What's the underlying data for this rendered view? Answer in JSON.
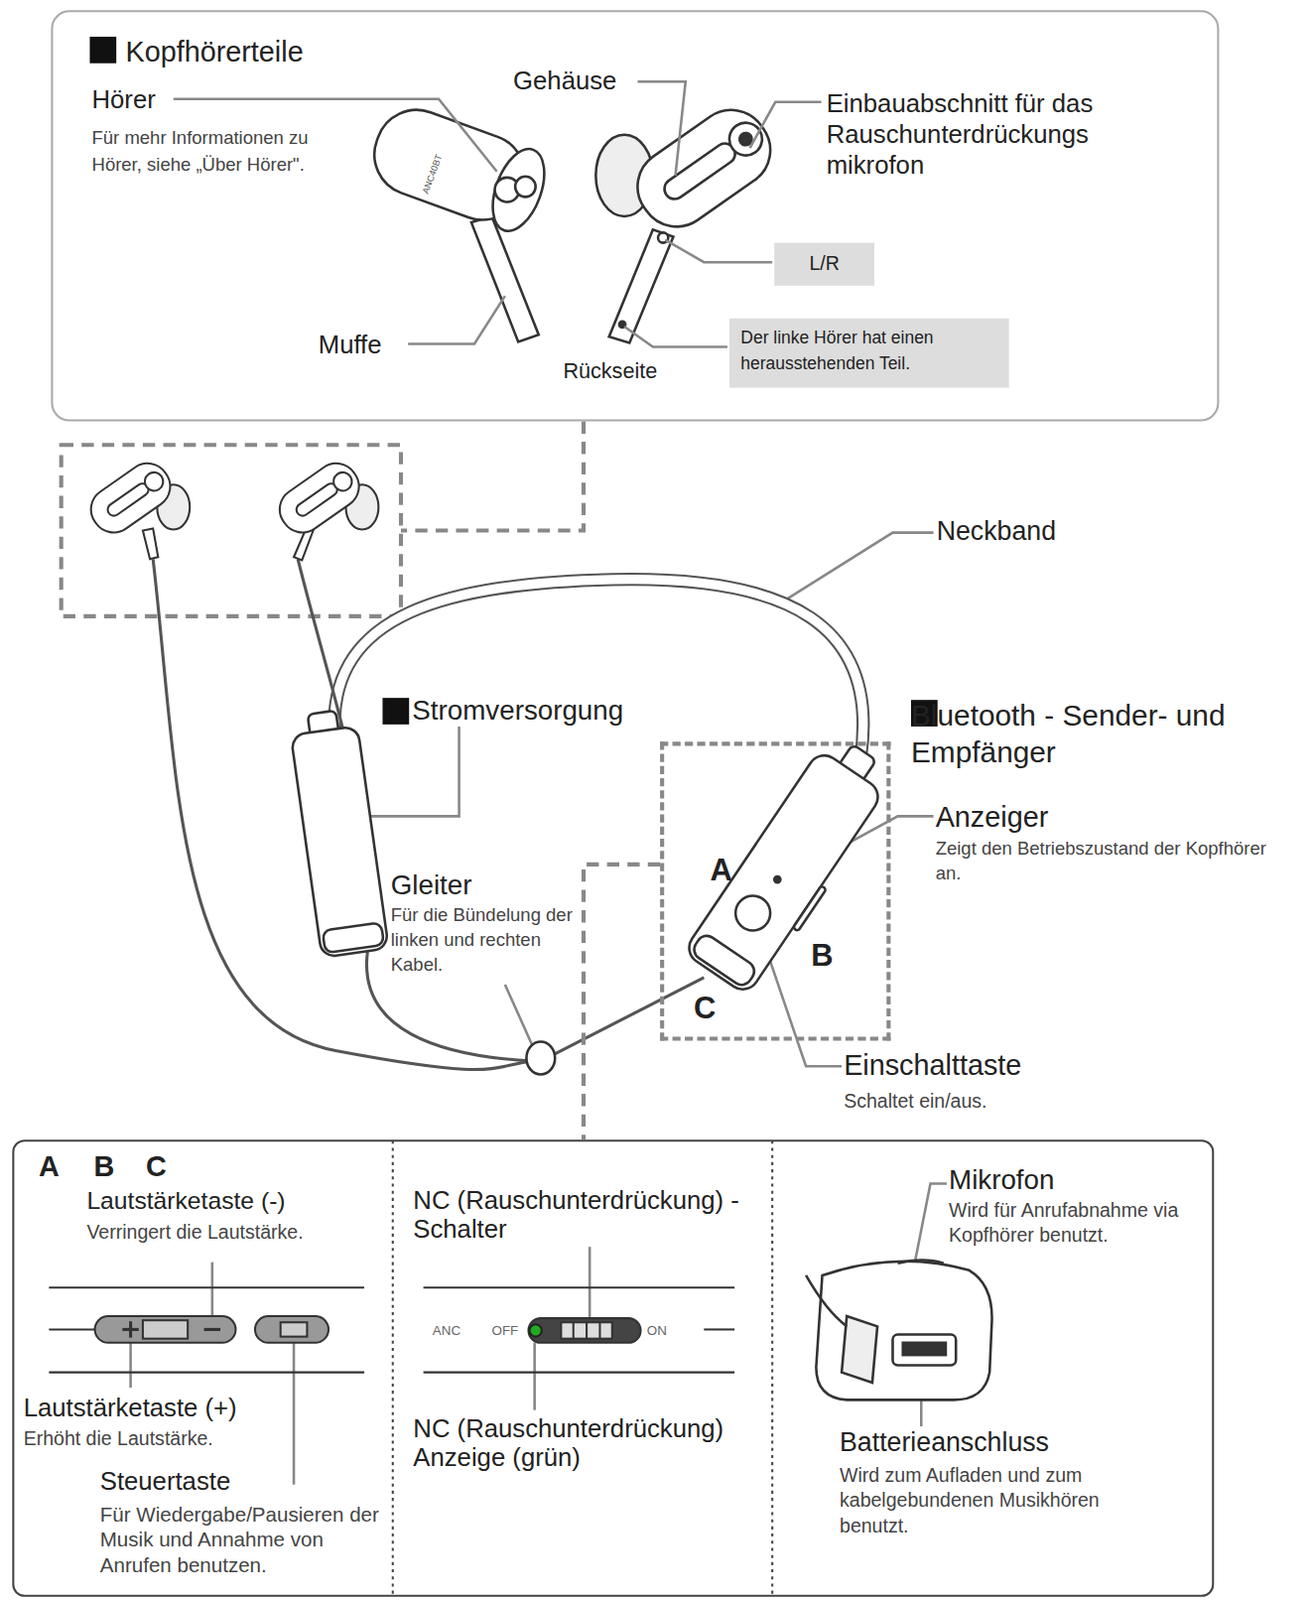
{
  "diagram": {
    "nodes": [
      {
        "text": [
          "Kopfhörerteile"
        ]
      },
      {
        "text": [
          "L/R"
        ],
        "in": 0
      },
      {
        "text": [
          "Der linke Hörer hat einen herausstehenden Teil."
        ],
        "in": 0
      },
      {
        "text": [
          "Bluetooth - Sender- und Empfänger",
          "A",
          "B",
          "C"
        ]
      },
      {
        "text": [
          "A",
          "B",
          "C"
        ]
      }
    ],
    "edges": [
      {
        "from": 3,
        "to": 4,
        "arrow": "none"
      }
    ],
    "labels": [
      "Hörer",
      "Für mehr Informationen zu Hörer, siehe „Über Hörer\".",
      "Gehäuse",
      "Einbauabschnitt für das Rauschunterdrückungs mikrofon",
      "Muffe",
      "Rückseite",
      "Neckband",
      "Stromversorgung",
      "Gleiter",
      "Für die Bündelung der linken und rechten Kabel.",
      "Anzeiger",
      "Zeigt den Betriebszustand der Kopfhörer an.",
      "Einschalttaste",
      "Schaltet ein/aus.",
      "Lautstärketaste (-)",
      "Verringert die Lautstärke.",
      "Lautstärketaste (+)",
      "Erhöht die Lautstärke.",
      "Steuertaste",
      "Für Wiedergabe/Pausieren der Musik und Annahme von Anrufen benutzen.",
      "NC (Rauschunterdrückung) -Schalter",
      "ANC",
      "OFF",
      "ON",
      "NC (Rauschunterdrückung) Anzeige (grün)",
      "Mikrofon",
      "Wird für Anrufabnahme via Kopfhörer benutzt.",
      "Batterieanschluss",
      "Wird zum Aufladen und zum kabelgebundenen Musikhören benutzt.",
      "ANC40BT"
    ]
  }
}
